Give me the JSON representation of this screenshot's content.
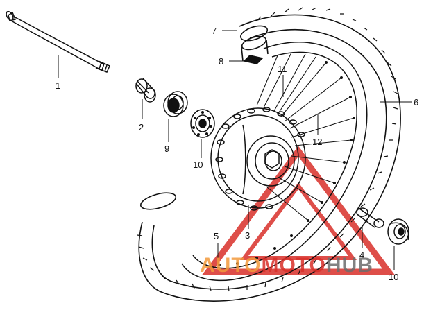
{
  "callouts": [
    {
      "id": "1",
      "label": "1"
    },
    {
      "id": "2",
      "label": "2"
    },
    {
      "id": "3",
      "label": "3"
    },
    {
      "id": "4",
      "label": "4"
    },
    {
      "id": "5",
      "label": "5"
    },
    {
      "id": "6",
      "label": "6"
    },
    {
      "id": "7",
      "label": "7"
    },
    {
      "id": "8",
      "label": "8"
    },
    {
      "id": "9",
      "label": "9"
    },
    {
      "id": "10a",
      "label": "10"
    },
    {
      "id": "10b",
      "label": "10"
    },
    {
      "id": "11",
      "label": "11"
    },
    {
      "id": "12",
      "label": "12"
    }
  ],
  "watermark": {
    "part1": "AUTO",
    "part2": "MOTO",
    "part3": "HUB",
    "color_orange": "#f39a3c",
    "color_red": "#d9302a",
    "color_gray": "#6d6d6d"
  },
  "colors": {
    "line": "#111111",
    "background": "#ffffff"
  }
}
